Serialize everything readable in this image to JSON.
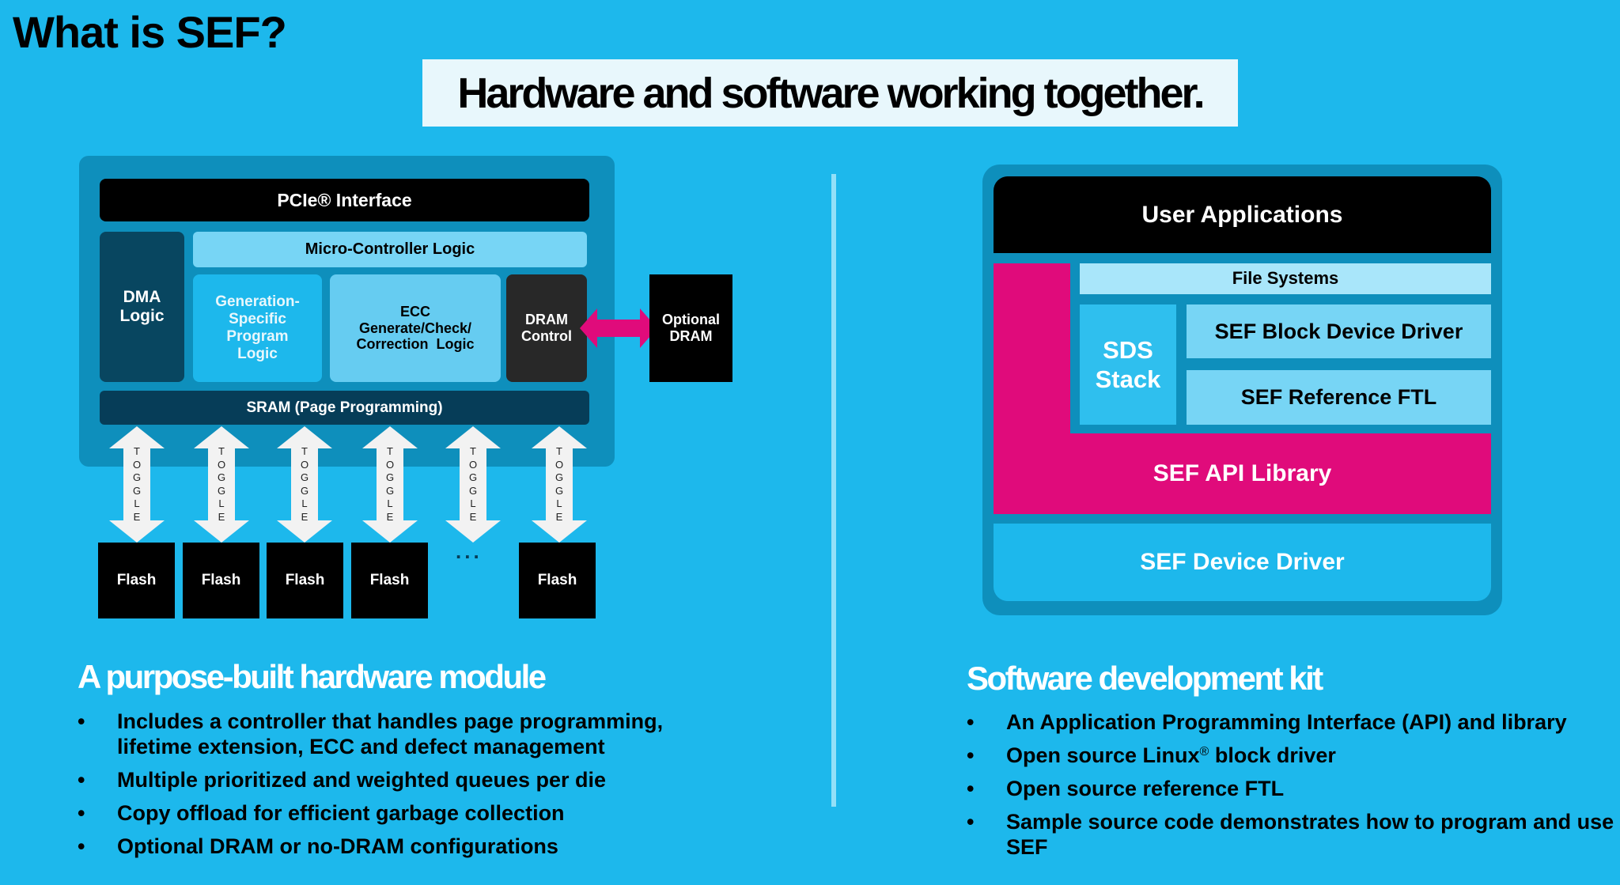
{
  "page": {
    "title": "What is SEF?",
    "banner": "Hardware and software working together."
  },
  "hardware_diagram": {
    "pcie": "PCIe® Interface",
    "dma_line1": "DMA",
    "dma_line2": "Logic",
    "micro_controller": "Micro-Controller Logic",
    "gen_line1": "Generation-",
    "gen_line2": "Specific",
    "gen_line3": "Program",
    "gen_line4": "Logic",
    "ecc_line1": "ECC",
    "ecc_line2": "Generate/Check/",
    "ecc_line3": "Correction  Logic",
    "dram_control_line1": "DRAM",
    "dram_control_line2": "Control",
    "sram": "SRAM (Page Programming)",
    "optional_dram_line1": "Optional",
    "optional_dram_line2": "DRAM",
    "toggle_label": "TOGGLE",
    "flash_label": "Flash",
    "ellipsis": "...",
    "colors": {
      "outer": "#0e8fbc",
      "dram_link_arrow": "#e00b7b",
      "toggle_arrow": "#f2f2f2"
    }
  },
  "software_diagram": {
    "user_applications": "User Applications",
    "file_systems": "File Systems",
    "sds_line1": "SDS",
    "sds_line2": "Stack",
    "block_device_driver": "SEF Block Device Driver",
    "reference_ftl": "SEF Reference FTL",
    "api_library": "SEF API Library",
    "device_driver": "SEF Device Driver",
    "colors": {
      "accent_magenta": "#e00b7b",
      "background": "#1db8ec"
    }
  },
  "hardware_section": {
    "heading": "A purpose-built hardware module",
    "bullet_char": "•",
    "bullets": [
      "Includes a controller that handles page programming, lifetime extension, ECC and defect management",
      "Multiple prioritized and weighted queues per die",
      "Copy offload for efficient garbage collection",
      "Optional DRAM or no-DRAM configurations"
    ]
  },
  "software_section": {
    "heading": "Software development kit",
    "bullet_char": "•",
    "bullets": [
      "An Application Programming Interface (API) and library",
      "Open source Linux",
      "Open source reference FTL",
      "Sample source code demonstrates how to program and use SEF"
    ],
    "bullet2_sup": "®",
    "bullet2_tail": " block driver"
  }
}
